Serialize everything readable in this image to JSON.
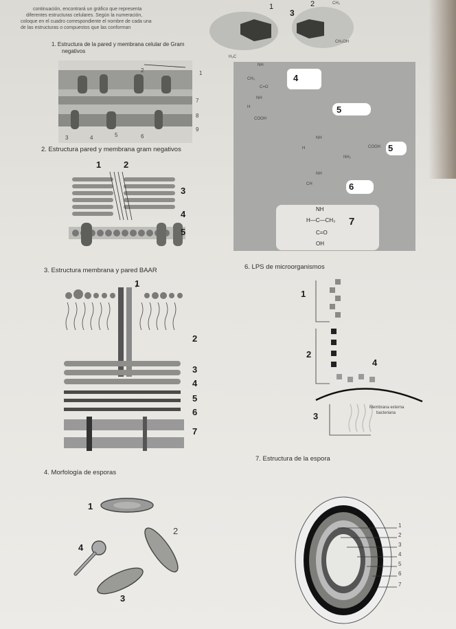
{
  "intro": {
    "line1": "continuación, encontrará un gráfico que representa",
    "line2": "diferentes estructuras celulares. Según la numeración,",
    "line3": "coloque en el cuadro correspondiente el nombre de cada una",
    "line4": "de las estructuras o compuestos que las conforman"
  },
  "captions": {
    "c1_line1": "1.  Estructura de la pared y membrana celular de Gram",
    "c1_line2": "negativos",
    "c2": "2.  Estructura pared y membrana gram negativos",
    "c3": "3.  Estructura membrana y pared BAAR",
    "c4": "4.  Morfología de esporas",
    "c6": "6.  LPS de microorganismos",
    "c7": "7.  Estructura de la espora"
  },
  "fig1": {
    "n1": "1",
    "n2": "2",
    "n3": "3",
    "n4": "4",
    "n5": "5",
    "n6": "6",
    "n7": "7",
    "n8": "8",
    "n9": "9"
  },
  "fig2": {
    "n1": "1",
    "n2": "2",
    "n3": "3",
    "n4": "4",
    "n5": "5"
  },
  "fig3": {
    "n1": "1",
    "n2": "2",
    "n3": "3",
    "n4": "4",
    "n5": "5",
    "n6": "6",
    "n7": "7"
  },
  "fig4": {
    "n1": "1",
    "n2": "2",
    "n3": "3",
    "n4": "4"
  },
  "fig5": {
    "n1": "1",
    "n2": "2",
    "n3": "3",
    "n4": "4",
    "n5": "5",
    "n6": "5",
    "n7": "6",
    "n8": "7",
    "chem": {
      "ch2": "CH₂",
      "ch2oh": "CH₂OH",
      "nh": "NH",
      "cooh": "COOH",
      "h": "H",
      "c": "C",
      "co": "C=O",
      "oh": "OH",
      "ch3": "CH₃",
      "h3c": "H₃C",
      "ch": "CH",
      "nh2": "NH₂",
      "nh_c_ch3_label": "H—C—CH₃"
    }
  },
  "fig6": {
    "n1": "1",
    "n2": "2",
    "n3": "3",
    "n4": "4",
    "membrana1": "Membrana externa",
    "membrana2": "bacteriana"
  },
  "fig7": {
    "n1": "1",
    "n2": "2",
    "n3": "3",
    "n4": "4",
    "n5": "5",
    "n6": "6",
    "n7": "7"
  }
}
